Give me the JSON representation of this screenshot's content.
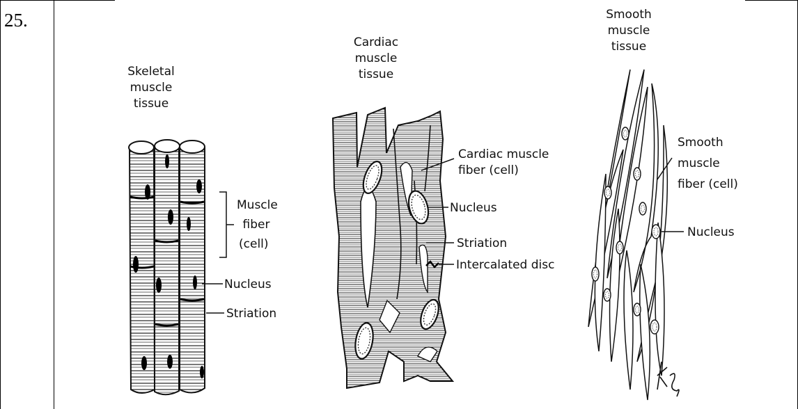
{
  "question": {
    "number": "25."
  },
  "diagram": {
    "skeletal": {
      "title_lines": [
        "Skeletal",
        "muscle",
        "tissue"
      ],
      "fiber_label": [
        "Muscle",
        "fiber",
        "(cell)"
      ],
      "nucleus_label": "Nucleus",
      "striation_label": "Striation"
    },
    "cardiac": {
      "title_lines": [
        "Cardiac",
        "muscle",
        "tissue"
      ],
      "fiber_label": [
        "Cardiac muscle",
        "fiber (cell)"
      ],
      "nucleus_label": "Nucleus",
      "striation_label": "Striation",
      "disc_label": "Intercalated disc"
    },
    "smooth": {
      "title_lines": [
        "Smooth",
        "muscle",
        "tissue"
      ],
      "fiber_label": [
        "Smooth",
        "muscle",
        "fiber (cell)"
      ],
      "nucleus_label": "Nucleus",
      "signature": "Kg"
    }
  }
}
